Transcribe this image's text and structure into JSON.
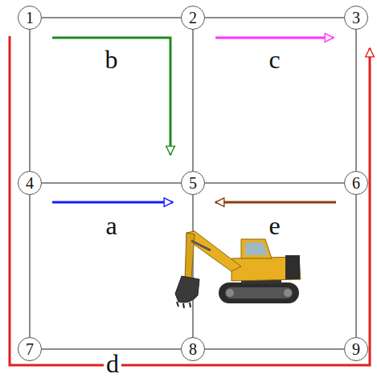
{
  "diagram": {
    "nodes": [
      {
        "text": [
          "1"
        ]
      },
      {
        "text": [
          "2"
        ]
      },
      {
        "text": [
          "3"
        ]
      },
      {
        "text": [
          "4"
        ]
      },
      {
        "text": [
          "5"
        ]
      },
      {
        "text": [
          "6"
        ]
      },
      {
        "text": [
          "7"
        ]
      },
      {
        "text": [
          "8"
        ]
      },
      {
        "text": [
          "9"
        ]
      }
    ],
    "edges": [
      {
        "from": 0,
        "to": 1,
        "arrow": "none"
      },
      {
        "from": 1,
        "to": 2,
        "arrow": "none"
      },
      {
        "from": 3,
        "to": 4,
        "arrow": "none"
      },
      {
        "from": 4,
        "to": 5,
        "arrow": "none"
      },
      {
        "from": 6,
        "to": 7,
        "arrow": "none"
      },
      {
        "from": 7,
        "to": 8,
        "arrow": "none"
      },
      {
        "from": 0,
        "to": 3,
        "arrow": "none"
      },
      {
        "from": 3,
        "to": 6,
        "arrow": "none"
      },
      {
        "from": 1,
        "to": 4,
        "arrow": "none"
      },
      {
        "from": 4,
        "to": 7,
        "arrow": "none"
      },
      {
        "from": 2,
        "to": 5,
        "arrow": "none"
      },
      {
        "from": 5,
        "to": 8,
        "arrow": "none"
      },
      {
        "from": 0,
        "to": 4,
        "arrow": "to",
        "label": "b"
      },
      {
        "from": 1,
        "to": 2,
        "arrow": "to",
        "label": "c"
      },
      {
        "from": 3,
        "to": 4,
        "arrow": "to",
        "label": "a"
      },
      {
        "from": 5,
        "to": 4,
        "arrow": "to",
        "label": "e"
      },
      {
        "from": 0,
        "to": 2,
        "arrow": "to",
        "label": "d"
      }
    ]
  }
}
